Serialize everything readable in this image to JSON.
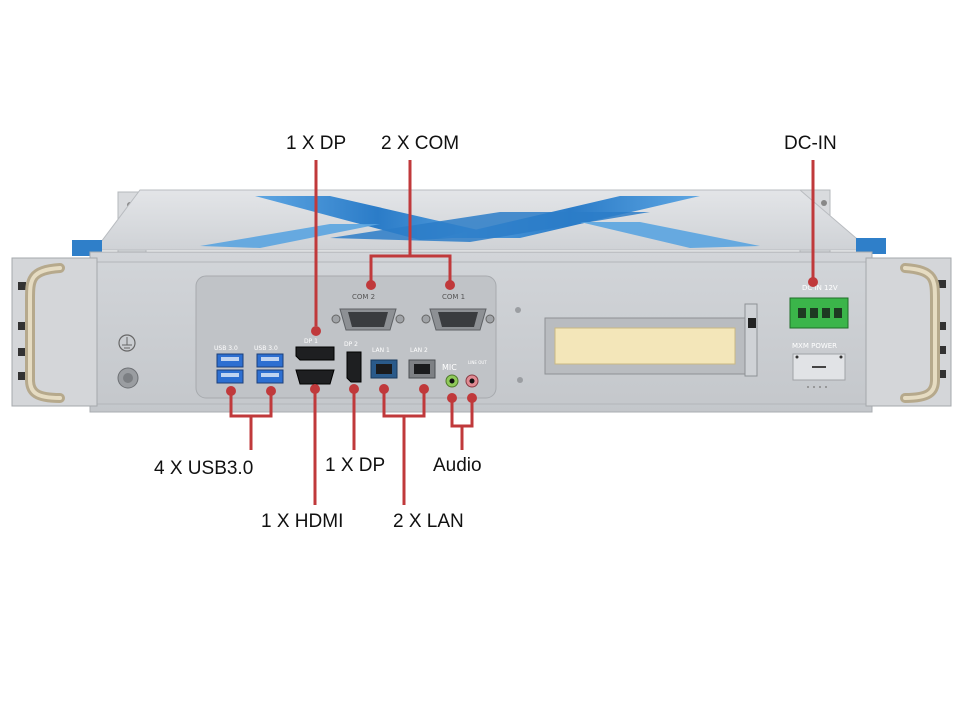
{
  "callouts": {
    "dp_top": "1 X DP",
    "com": "2 X COM",
    "dc_in": "DC-IN",
    "usb": "4 X USB3.0",
    "dp_bottom": "1 X DP",
    "audio": "Audio",
    "hdmi": "1 X HDMI",
    "lan": "2 X LAN"
  },
  "panel_labels": {
    "com2": "COM 2",
    "com1": "COM 1",
    "dc_in_12v": "DC IN 12V",
    "mxm_power": "MXM POWER",
    "usb_a": "USB 3.0",
    "usb_b": "USB 3.0",
    "dp1": "DP 1",
    "dp2": "DP 2",
    "lan1": "LAN 1",
    "lan2": "LAN 2",
    "mic": "MIC",
    "line_out": "LINE OUT"
  },
  "colors": {
    "leader_line": "#c0393b",
    "chassis": "#c9ccd0",
    "chassis_top": "#d7d9dc",
    "accent_blue": "#2f7fc9",
    "usb_blue": "#2d6fd1",
    "terminal_green": "#3bb54a"
  }
}
